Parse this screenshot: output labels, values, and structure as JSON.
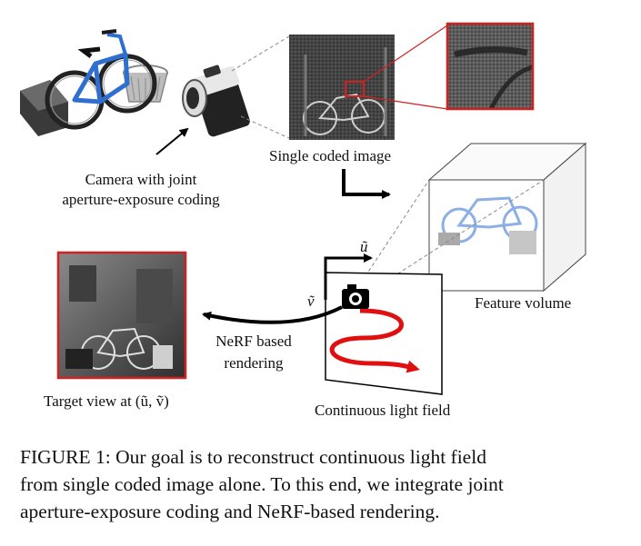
{
  "figure": {
    "labels": {
      "camera_line1": "Camera with joint",
      "camera_line2": "aperture-exposure coding",
      "single_coded_image": "Single coded image",
      "feature_volume": "Feature volume",
      "nerf_line1": "NeRF based",
      "nerf_line2": "rendering",
      "target_view": "Target view at (ũ, ṽ)",
      "continuous_light_field": "Continuous light field",
      "u_axis": "ũ",
      "v_axis": "ṽ"
    },
    "colors": {
      "red_frame": "#d42020",
      "arrow": "#000000",
      "sine_path": "#e01010",
      "bike_blue": "#2f6fd0"
    },
    "icons": [
      "camera-icon",
      "small-camera-icon",
      "bicycle-icon",
      "basket-icon"
    ]
  },
  "caption": {
    "line1": "FIGURE 1: Our goal is to reconstruct continuous light field",
    "line2": "from single coded image alone. To this end, we integrate joint",
    "line3": "aperture-exposure coding and NeRF-based rendering."
  }
}
